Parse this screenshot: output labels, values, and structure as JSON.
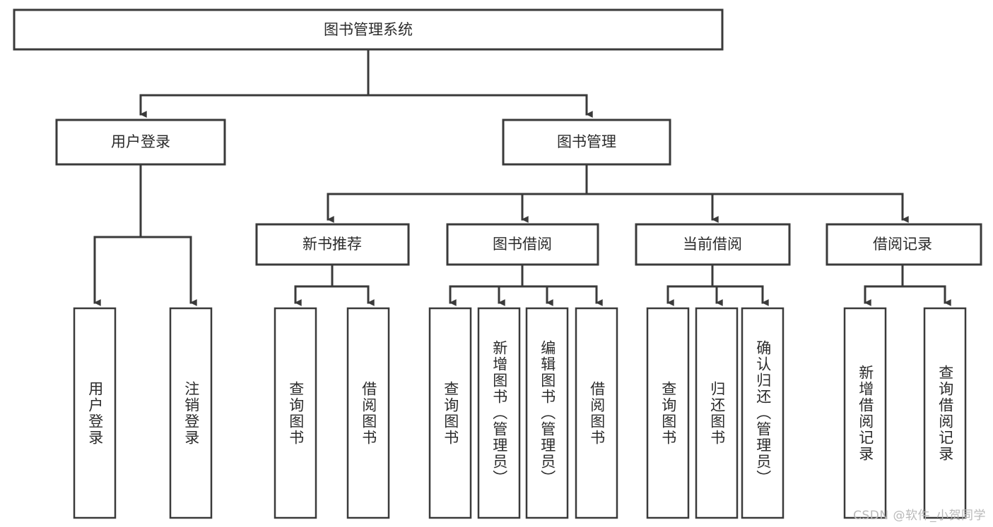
{
  "diagram": {
    "type": "tree",
    "orientation": "top-down",
    "root": {
      "label": "图书管理系统"
    },
    "level2": [
      {
        "label": "用户登录"
      },
      {
        "label": "图书管理"
      }
    ],
    "level3": [
      {
        "label": "新书推荐"
      },
      {
        "label": "图书借阅"
      },
      {
        "label": "当前借阅"
      },
      {
        "label": "借阅记录"
      }
    ],
    "leaves": {
      "user_login": [
        {
          "label": "用户登录"
        },
        {
          "label": "注销登录"
        }
      ],
      "new_book_recommend": [
        {
          "label": "查询图书"
        },
        {
          "label": "借阅图书"
        }
      ],
      "book_borrow": [
        {
          "label": "查询图书"
        },
        {
          "label": "新增图书（管理员）"
        },
        {
          "label": "编辑图书（管理员）"
        },
        {
          "label": "借阅图书"
        }
      ],
      "current_borrow": [
        {
          "label": "查询图书"
        },
        {
          "label": "归还图书"
        },
        {
          "label": "确认归还（管理员）"
        }
      ],
      "borrow_record": [
        {
          "label": "新增借阅记录"
        },
        {
          "label": "查询借阅记录"
        }
      ]
    },
    "colors": {
      "stroke": "#3a3a3a",
      "fill": "#ffffff",
      "text": "#2b2b2b",
      "watermark": "#b9b9b9"
    }
  },
  "watermark": {
    "text": "CSDN @软件_小贺同学"
  }
}
